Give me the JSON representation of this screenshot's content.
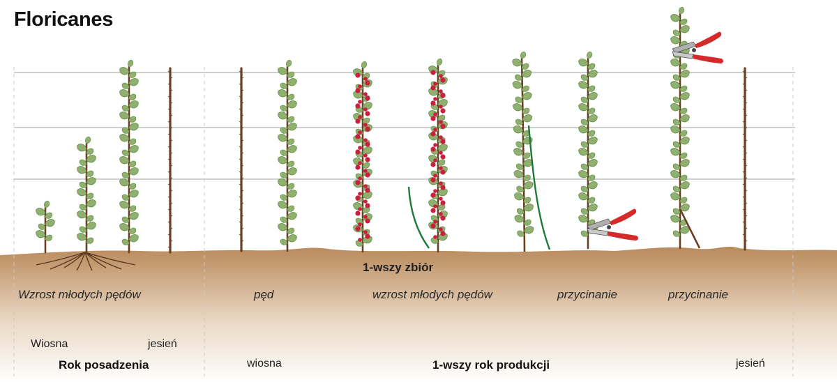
{
  "title": "Floricanes",
  "harvest_label": "1-wszy zbiór",
  "stages": [
    {
      "id": "young-growth",
      "label": "Wzrost młodych pędów"
    },
    {
      "id": "cane",
      "label": "pęd"
    },
    {
      "id": "new-shoots",
      "label": "wzrost młodych pędów"
    },
    {
      "id": "pruning-1",
      "label": "przycinanie"
    },
    {
      "id": "pruning-2",
      "label": "przycinanie"
    }
  ],
  "seasons": {
    "spring_1": "Wiosna",
    "autumn_1": "jesień",
    "spring_2": "wiosna",
    "autumn_2": "jesień"
  },
  "years": {
    "planting": "Rok posadzenia",
    "production": "1-wszy rok produkcji"
  },
  "colors": {
    "soil": "#b98b5e",
    "soil_fade": "#ffffff",
    "leaf": "#8fb06f",
    "leaf_dark": "#5f8a45",
    "cane": "#6b3f22",
    "berry": "#c8203e",
    "green_cane": "#1f7a3a",
    "wire": "#bdbdbd",
    "harvest_text": "#c8102e",
    "shears": "#d42a2a"
  },
  "icons": [
    "pruning-shears-icon",
    "roots-icon",
    "leaf-icon",
    "berry-icon"
  ]
}
